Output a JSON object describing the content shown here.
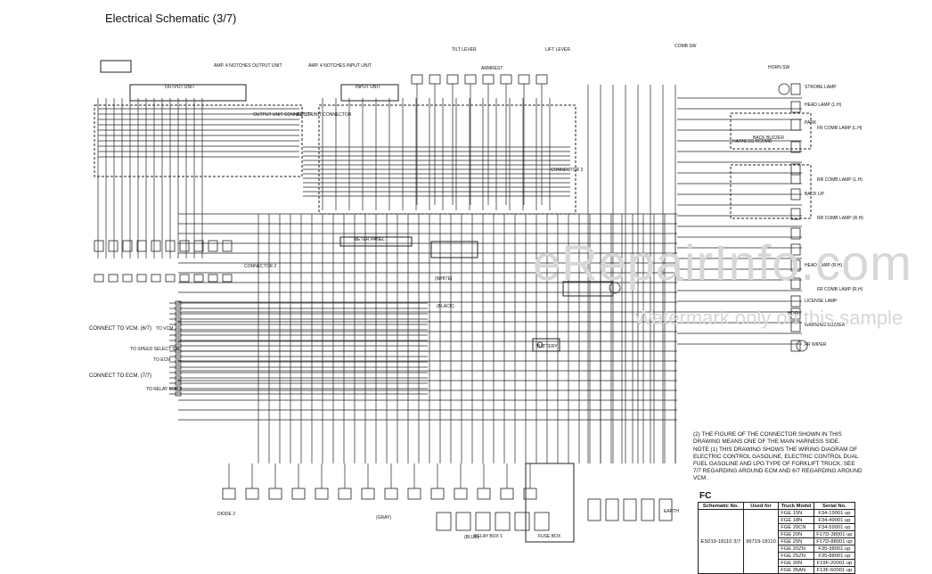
{
  "title": "Electrical Schematic (3/7)",
  "watermark": "eRepairInfo.com",
  "watermark_sub": "Watermark only on this sample",
  "notes": [
    "(2) THE FIGURE OF THE CONNECTOR SHOWN IN THIS DRAWING MEANS ONE OF THE MAIN HARNESS SIDE.",
    "NOTE (1) THIS DRAWING SHOWS THE WIRING DIAGRAM OF ELECTRIC CONTROL GASOLINE, ELECTRIC CONTROL DUAL FUEL GASOLINE AND LPG TYPE OF FORKLIFT TRUCK. SEE 7/7 REGARDING AROUND ECM AND 6/7 REGARDING AROUND VCM."
  ],
  "fc_label": "FC",
  "table": {
    "headers": [
      "Schematic No.",
      "Used for",
      "Truck Model",
      "Serial No."
    ],
    "schematic_no": "ES019-18110 3/7",
    "used_for": "99719-18110",
    "rows": [
      [
        "FGE 15N",
        "F34-19001 up"
      ],
      [
        "FGE 18N",
        "F34-49001 up"
      ],
      [
        "FGE 20CN",
        "F34-59001 up"
      ],
      [
        "FGE 20N",
        "F17D-38001 up"
      ],
      [
        "FGE 25N",
        "F17D-88001 up"
      ],
      [
        "FGE 20ZN",
        "F35-38001 up"
      ],
      [
        "FGE 25ZN",
        "F35-88001 up"
      ],
      [
        "FGE 30N",
        "F19F-20001 up"
      ],
      [
        "FGE 35AN",
        "F13F-60001 up"
      ]
    ]
  },
  "labels": {
    "output_unit": "OUTPUT UNIT",
    "input_unit": "INPUT UNIT",
    "output_unit_connector": "OUTPUT UNIT CONNECTOR",
    "input_unit_connector": "INPUT UNIT CONNECTOR",
    "amp_output": "AMP. 4 NOTCHES OUTPUT UNIT",
    "amp_input": "AMP. 4 NOTCHES INPUT UNIT",
    "tilt_lever": "TILT LEVER",
    "lift_lever": "LIFT LEVER",
    "armrest": "ARMREST",
    "meter_panel": "METER PANEL",
    "comb_sw": "COMB SW",
    "horn_sw": "HORN SW",
    "strobe_lamp": "STROBE LAMP",
    "head_lamp_lh": "HEAD LAMP (L.H)",
    "park": "PARK",
    "fr_comb_lamp_lh": "FR COMB LAMP (L.H)",
    "harness_rcomb": "HARNESS RCOMB",
    "back_buzzer": "BACK BUZZER",
    "rr_comb_lamp_lh": "RR COMB LAMP (L.H)",
    "back_up": "BACK UP",
    "rr_comb_lamp_rh": "RR COMB LAMP (R.H)",
    "head_lamp_rh": "HEAD LAMP (R.H)",
    "fr_comb_lamp_rh": "FR COMB LAMP (R.H)",
    "license_lamp": "LICENSE LAMP",
    "horn": "HORN",
    "warning_buzzer": "WARNING BUZZER",
    "fr_wiper": "FR WIPER",
    "battery": "BATTERY",
    "connector_2": "CONNECTOR 2",
    "connector_3": "CONNECTOR 3",
    "connect_vcm": "CONNECT TO VCM. (6/7)",
    "connect_ecm": "CONNECT TO ECM. (7/7)",
    "to_vcm": "TO VCM",
    "to_speed_select_sw": "TO SPEED SELECT SW",
    "to_ecm": "TO ECM",
    "to_relay_box_2": "TO RELAY BOX 2",
    "fuse_box": "FUSE BOX",
    "relay_box_1": "RELAY BOX 1",
    "diode_2": "DIODE 2",
    "earth": "EARTH",
    "black": "(BLACK)",
    "white": "(WHITE)",
    "blue": "(BLUE)",
    "gray": "(GRAY)"
  }
}
